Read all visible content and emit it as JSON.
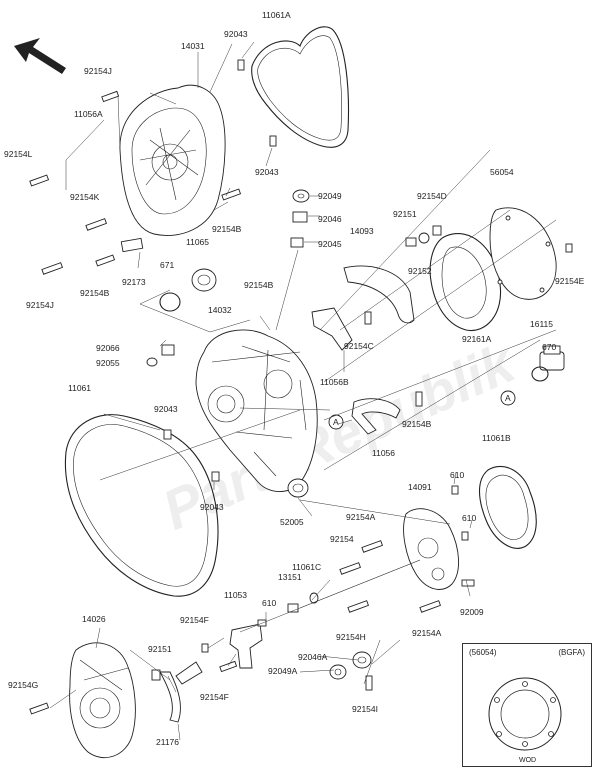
{
  "labels": {
    "p11061a": "11061A",
    "p14031": "14031",
    "p92043a": "92043",
    "p92154j": "92154J",
    "p11056a": "11056A",
    "p92154l": "92154L",
    "p92043b": "92043",
    "p92154k": "92154K",
    "p92049": "92049",
    "p92046": "92046",
    "p92045": "92045",
    "p92154d": "92154D",
    "p56054": "56054",
    "p92151a": "92151",
    "p14093": "14093",
    "p92154b1": "92154B",
    "p11065": "11065",
    "p92173": "92173",
    "p92154j2": "92154J",
    "p92154b2": "92154B",
    "p671": "671",
    "p92152": "92152",
    "p92154e": "92154E",
    "p92154b3": "92154B",
    "p14032": "14032",
    "p16115": "16115",
    "p92161a": "92161A",
    "p92066": "92066",
    "p92055": "92055",
    "p92154c": "92154C",
    "p670": "670",
    "p11056b": "11056B",
    "p11061": "11061",
    "p92043c": "92043",
    "p92154b4": "92154B",
    "p11056": "11056",
    "p11061b": "11061B",
    "p610a": "610",
    "p92043d": "92043",
    "p14091": "14091",
    "p52005": "52005",
    "p92154a1": "92154A",
    "p610b": "610",
    "p92154": "92154",
    "p11061c": "11061C",
    "p13151": "13151",
    "p11053": "11053",
    "p92154f1": "92154F",
    "p610c": "610",
    "p92009": "92009",
    "p14026": "14026",
    "p92154h": "92154H",
    "p92154a2": "92154A",
    "p92151b": "92151",
    "p92046a": "92046A",
    "p92154g": "92154G",
    "p92049a": "92049A",
    "p92154f2": "92154F",
    "p92154i": "92154I",
    "p21176": "21176",
    "callout_a1": "A",
    "callout_a2": "A"
  },
  "inset": {
    "left_label": "(56054)",
    "right_label": "(BGFA)",
    "footer": "WOD"
  },
  "watermark": "PartsRepublik"
}
